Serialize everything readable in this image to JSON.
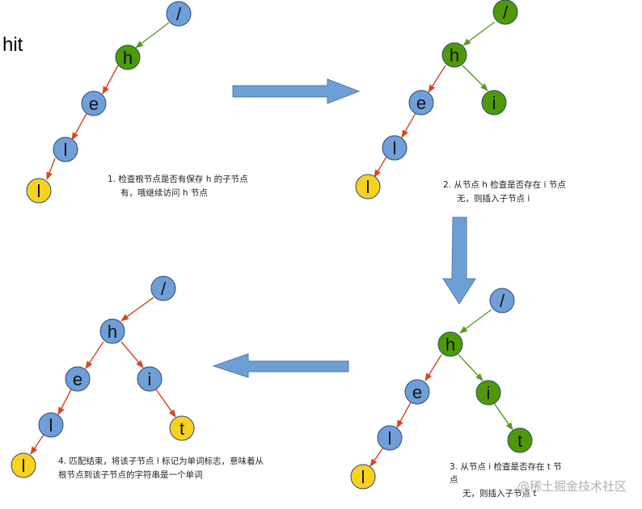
{
  "word": "hit",
  "colors": {
    "blue": "#6f9fd8",
    "green": "#4e9a06",
    "yellow": "#f7d21e",
    "edge_red": "#d9441c",
    "edge_green": "#5a9a1a",
    "arrow_fill": "#6e9fd4",
    "arrow_stroke": "#4a78b0",
    "node_stroke": "#2b4a73"
  },
  "panels": [
    {
      "id": "step1",
      "nodes": [
        {
          "id": "root",
          "label": "/",
          "color": "blue"
        },
        {
          "id": "h",
          "label": "h",
          "color": "green"
        },
        {
          "id": "e",
          "label": "e",
          "color": "blue"
        },
        {
          "id": "l1",
          "label": "l",
          "color": "blue"
        },
        {
          "id": "l2",
          "label": "l",
          "color": "yellow"
        }
      ],
      "caption": [
        "1. 检查根节点是否有保存 h 的子节点",
        "有，哦继续访问 h 节点"
      ]
    },
    {
      "id": "step2",
      "nodes": [
        {
          "id": "root",
          "label": "/",
          "color": "green"
        },
        {
          "id": "h",
          "label": "h",
          "color": "green"
        },
        {
          "id": "e",
          "label": "e",
          "color": "blue"
        },
        {
          "id": "i",
          "label": "i",
          "color": "green"
        },
        {
          "id": "l1",
          "label": "l",
          "color": "blue"
        },
        {
          "id": "l2",
          "label": "l",
          "color": "yellow"
        }
      ],
      "caption": [
        "2. 从节点 h 检查是否存在  i  节点",
        "无，则插入子节点    i"
      ]
    },
    {
      "id": "step3",
      "nodes": [
        {
          "id": "root",
          "label": "/",
          "color": "blue"
        },
        {
          "id": "h",
          "label": "h",
          "color": "green"
        },
        {
          "id": "e",
          "label": "e",
          "color": "blue"
        },
        {
          "id": "i",
          "label": "i",
          "color": "green"
        },
        {
          "id": "l1",
          "label": "l",
          "color": "blue"
        },
        {
          "id": "t",
          "label": "t",
          "color": "green"
        },
        {
          "id": "l2",
          "label": "l",
          "color": "yellow"
        }
      ],
      "caption": [
        "3. 从节点  i  检查是否存在  t  节",
        "点",
        "无，则插入子节点   t"
      ]
    },
    {
      "id": "step4",
      "nodes": [
        {
          "id": "root",
          "label": "/",
          "color": "blue"
        },
        {
          "id": "h",
          "label": "h",
          "color": "blue"
        },
        {
          "id": "e",
          "label": "e",
          "color": "blue"
        },
        {
          "id": "i",
          "label": "i",
          "color": "blue"
        },
        {
          "id": "l1",
          "label": "l",
          "color": "blue"
        },
        {
          "id": "t",
          "label": "t",
          "color": "yellow"
        },
        {
          "id": "l2",
          "label": "l",
          "color": "yellow"
        }
      ],
      "caption": [
        "4. 匹配结束，将该子节点 l 标记为单词标志，意味着从",
        "根节点到该子节点的字符串是一个单词"
      ]
    }
  ],
  "watermark": "@稀土掘金技术社区"
}
